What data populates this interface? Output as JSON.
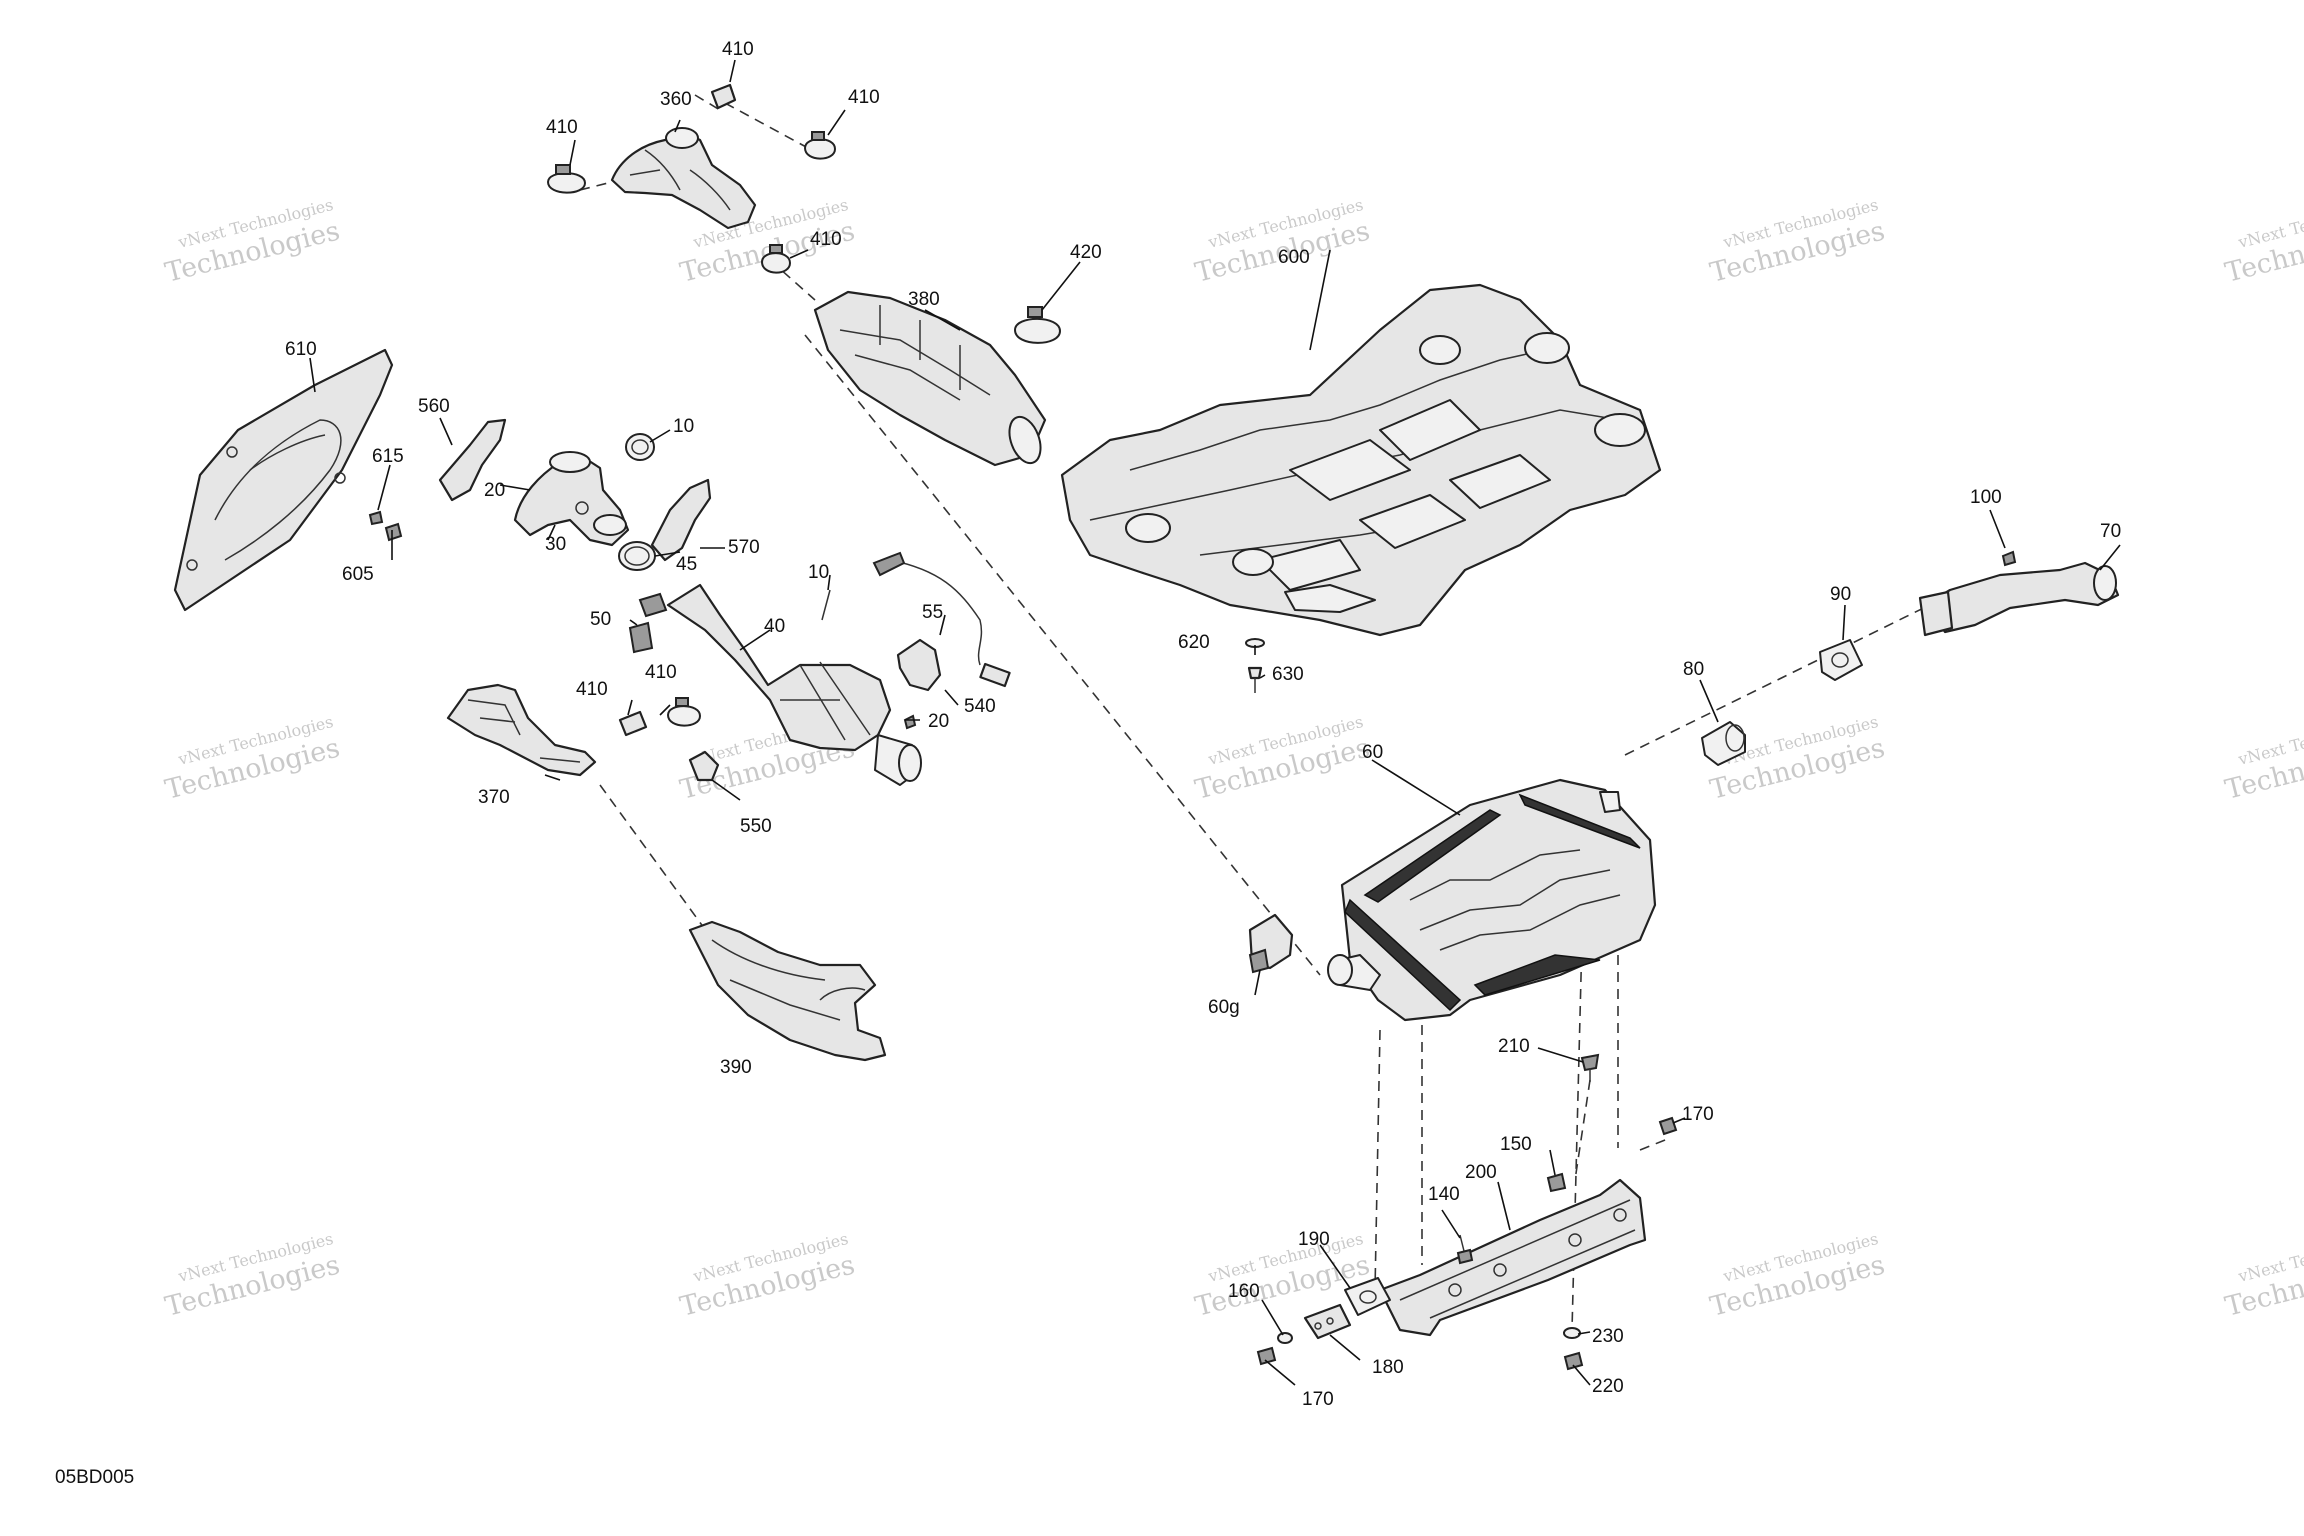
{
  "diagram": {
    "reference_code": "05BD005",
    "watermark": {
      "line1": "vNext Technologies",
      "line2": "Technologies",
      "mark": "vNext"
    },
    "callouts": {
      "c410_a": "410",
      "c410_b": "410",
      "c410_c": "410",
      "c410_d": "410",
      "c410_e": "410",
      "c410_f": "410",
      "c360": "360",
      "c380": "380",
      "c420": "420",
      "c610": "610",
      "c615": "615",
      "c605": "605",
      "c560": "560",
      "c20_a": "20",
      "c30": "30",
      "c10_a": "10",
      "c45": "45",
      "c570": "570",
      "c10_b": "10",
      "c55": "55",
      "c50": "50",
      "c40": "40",
      "c20_b": "20",
      "c540": "540",
      "c370": "370",
      "c550": "550",
      "c390": "390",
      "c600": "600",
      "c620": "620",
      "c630": "630",
      "c100": "100",
      "c70": "70",
      "c90": "90",
      "c80": "80",
      "c60": "60",
      "c60g": "60g",
      "c210": "210",
      "c170_a": "170",
      "c150": "150",
      "c140": "140",
      "c200": "200",
      "c190": "190",
      "c160": "160",
      "c180": "180",
      "c170_b": "170",
      "c230": "230",
      "c220": "220"
    }
  }
}
